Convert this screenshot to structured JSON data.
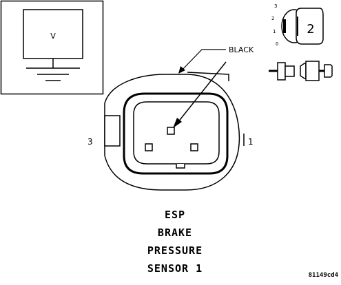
{
  "meter": {
    "symbol": "V"
  },
  "wire_color_label": "BLACK",
  "pins": {
    "left": "3",
    "right": "1"
  },
  "ignition": {
    "positions": [
      "3",
      "2",
      "1",
      "0"
    ],
    "key_number": "2"
  },
  "title_lines": [
    "ESP",
    "BRAKE",
    "PRESSURE",
    "SENSOR 1"
  ],
  "figure_code": "81149cd4"
}
